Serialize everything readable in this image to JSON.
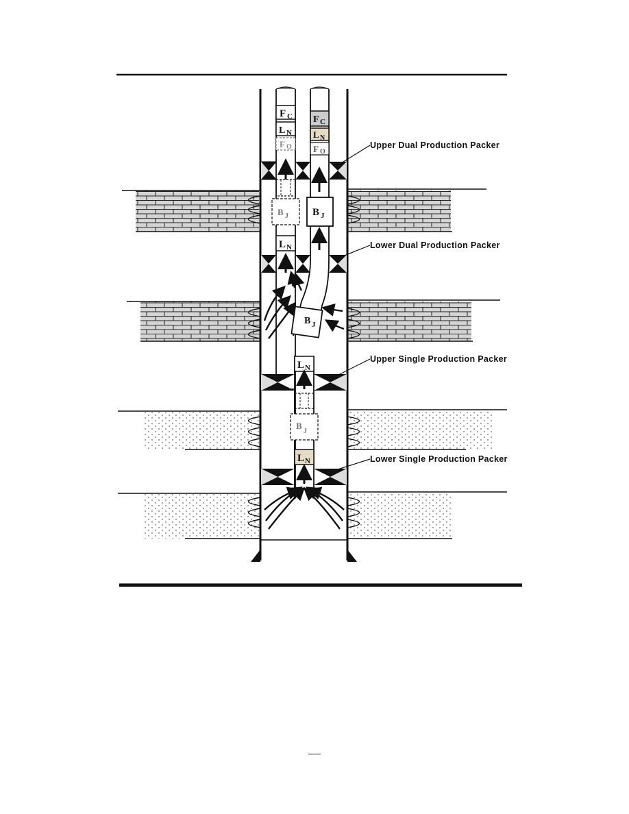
{
  "labels": {
    "upper_dual_packer": "Upper Dual Production Packer",
    "lower_dual_packer": "Lower Dual Production Packer",
    "upper_single_packer": "Upper Single Production Packer",
    "lower_single_packer": "Lower Single Production Packer"
  },
  "components": {
    "fc_main": "F",
    "fc_sub": "C",
    "fo_main": "F",
    "fo_sub": "O",
    "ln_main": "L",
    "ln_sub": "N",
    "bj_main": "B",
    "bj_sub": "J"
  },
  "colors": {
    "line": "#111111",
    "brick_fill": "#d4d4d4",
    "sand_dot": "#666666",
    "shade_box": "#cccccc",
    "tan_box": "#e6dcc4"
  }
}
